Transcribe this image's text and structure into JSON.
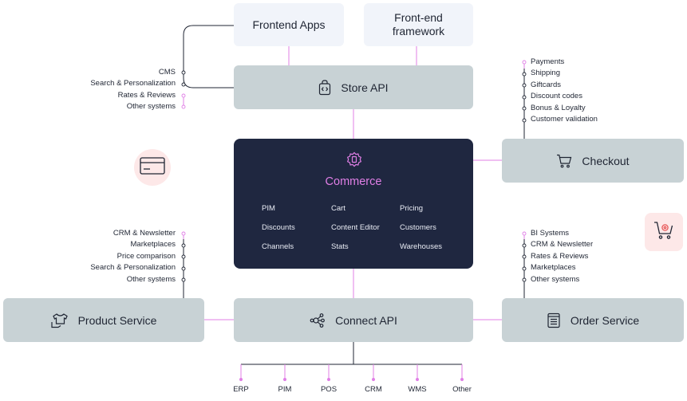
{
  "boxes": {
    "frontend_apps": "Frontend Apps",
    "frontend_framework_line1": "Front-end",
    "frontend_framework_line2": "framework",
    "store_api": "Store API",
    "checkout": "Checkout",
    "product_service": "Product Service",
    "connect_api": "Connect API",
    "order_service": "Order Service"
  },
  "commerce": {
    "title": "Commerce",
    "items": [
      "PIM",
      "Cart",
      "Pricing",
      "Discounts",
      "Content Editor",
      "Customers",
      "Channels",
      "Stats",
      "Warehouses"
    ]
  },
  "store_api_integrations": [
    "CMS",
    "Search & Personalization",
    "Rates & Reviews",
    "Other systems"
  ],
  "checkout_integrations": [
    "Payments",
    "Shipping",
    "Giftcards",
    "Discount codes",
    "Bonus & Loyalty",
    "Customer validation"
  ],
  "product_service_integrations": [
    "CRM & Newsletter",
    "Marketplaces",
    "Price comparison",
    "Search & Personalization",
    "Other systems"
  ],
  "order_service_integrations": [
    "BI Systems",
    "CRM & Newsletter",
    "Rates & Reviews",
    "Marketplaces",
    "Other systems"
  ],
  "connect_api_outputs": [
    "ERP",
    "PIM",
    "POS",
    "CRM",
    "WMS",
    "Other"
  ],
  "colors": {
    "accent": "#e07fe6",
    "node_grey": "#c8d2d5",
    "node_dark": "#1f2740",
    "node_light": "#f1f4fa",
    "badge": "#fde8e8",
    "badge_icon": "#e85a5a",
    "line": "#1f2533"
  },
  "icons": {
    "store_api": "code-bag-icon",
    "commerce": "gear-icon",
    "checkout": "shopping-cart-icon",
    "product_service": "tshirt-hand-icon",
    "connect_api": "network-nodes-icon",
    "order_service": "receipt-icon",
    "payment_badge": "credit-card-icon",
    "cart_badge": "cart-gear-icon"
  }
}
